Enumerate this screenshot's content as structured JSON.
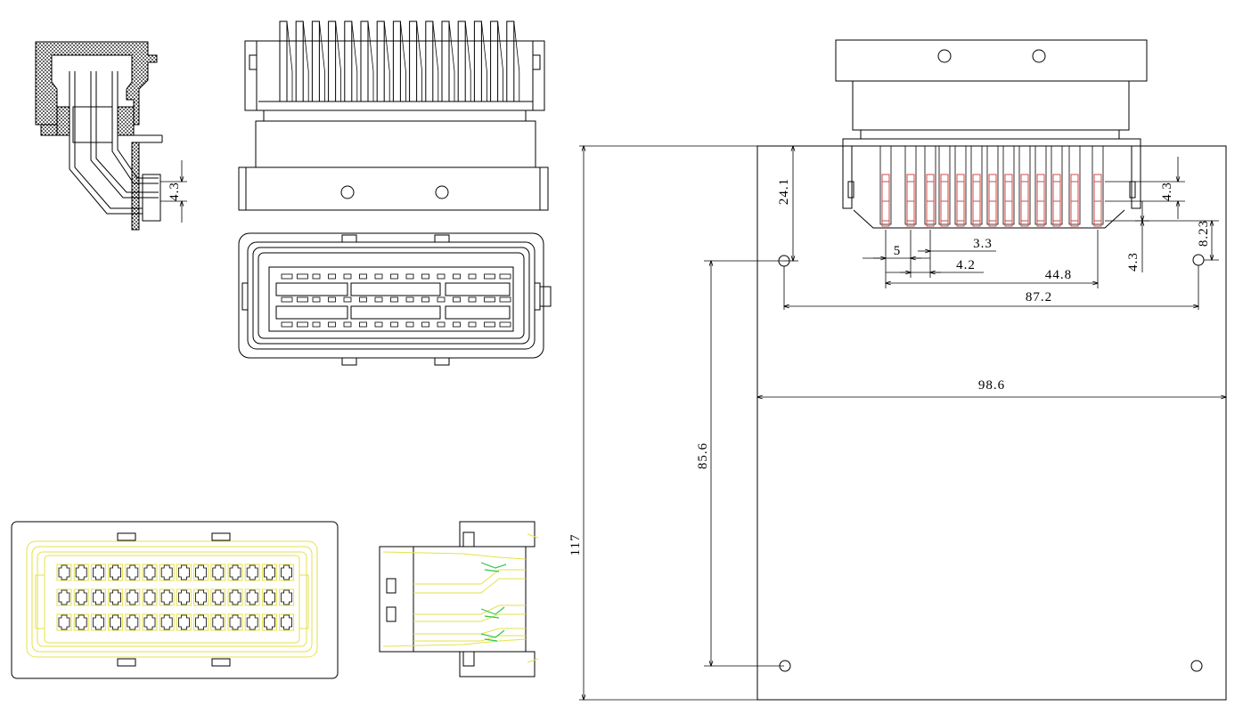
{
  "dimensions": {
    "pitch_5": "5",
    "pitch_3_3": "3.3",
    "pitch_4_2": "4.2",
    "row_span_44_8": "44.8",
    "hole_span_87_2": "87.2",
    "board_width_98_6": "98.6",
    "board_height_117": "117",
    "hole_pitch_85_6": "85.6",
    "top_offset_24_1": "24.1",
    "row_gap_4_3_right": "4.3",
    "row_gap_4_3_lower": "4.3",
    "side_offset_8_23": "8.23",
    "side_view_4_3": "4.3"
  },
  "colors": {
    "outline": "#000000",
    "pin_highlight": "#d24a4a",
    "housing_trace": "#e6e24a",
    "latch_trace": "#2fc84a"
  }
}
